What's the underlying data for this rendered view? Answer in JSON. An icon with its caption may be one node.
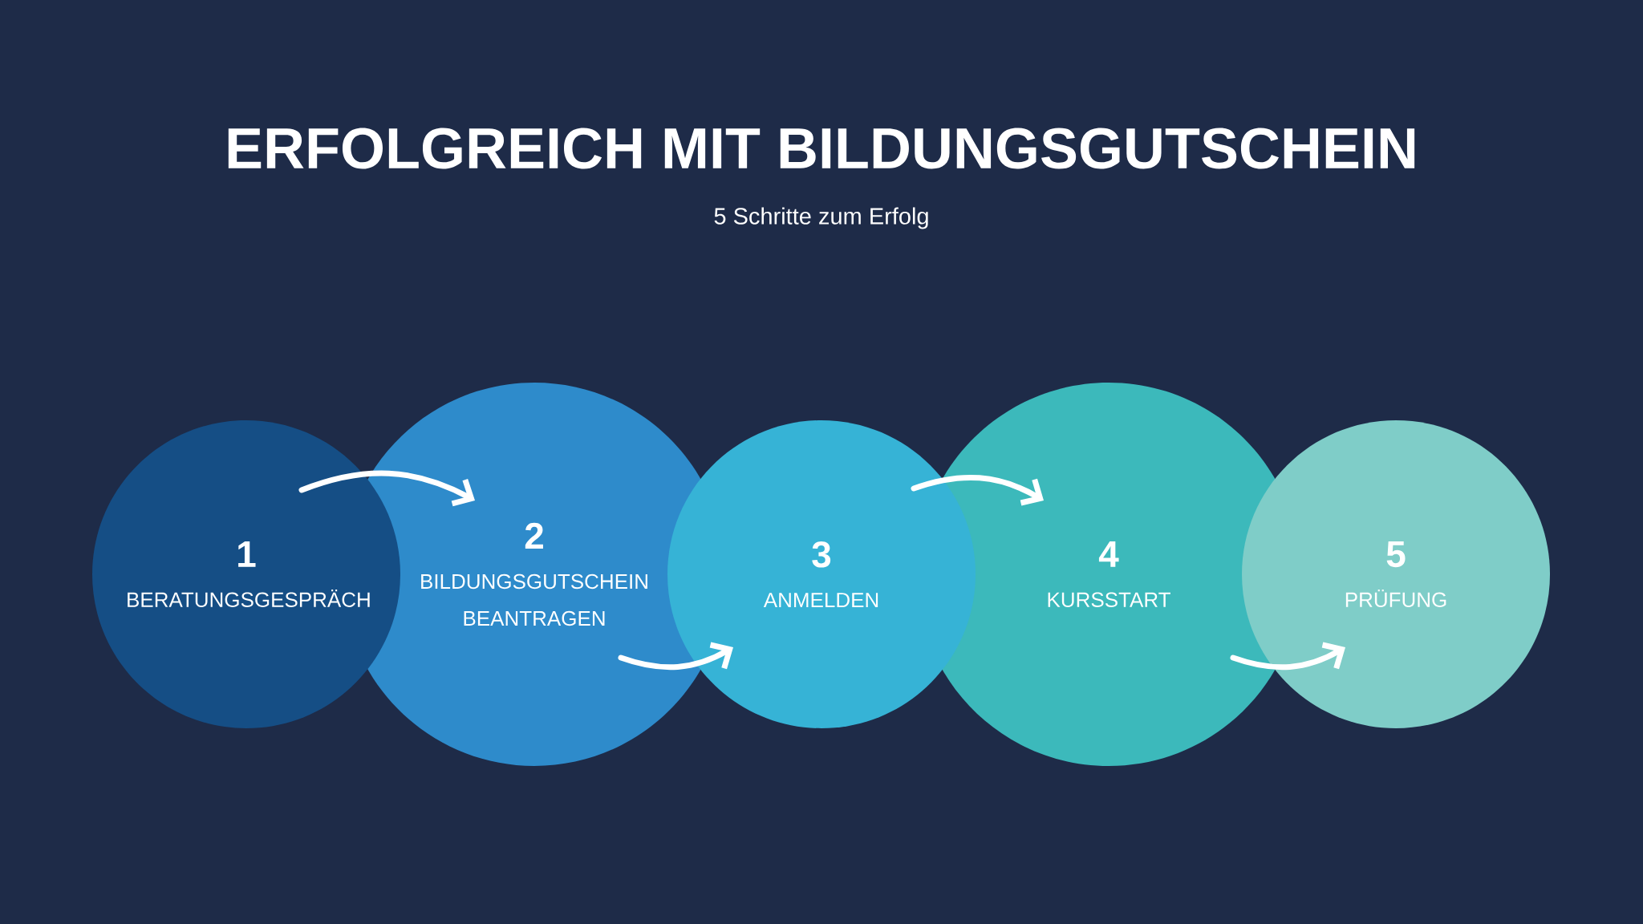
{
  "diagram": {
    "title": "ERFOLGREICH MIT BILDUNGSGUTSCHEIN",
    "caption": "5 Schritte zum Erfolg",
    "nodes": [
      {
        "text": [
          "1",
          "BERATUNGSGESPRÄCH"
        ]
      },
      {
        "text": [
          "2",
          "BILDUNGSGUTSCHEIN BEANTRAGEN"
        ]
      },
      {
        "text": [
          "3",
          "ANMELDEN"
        ]
      },
      {
        "text": [
          "4",
          "KURSSTART"
        ]
      },
      {
        "text": [
          "5",
          "PRÜFUNG"
        ]
      }
    ],
    "edges": [
      {
        "from": 0,
        "to": 1,
        "arrow": "to"
      },
      {
        "from": 1,
        "to": 2,
        "arrow": "to"
      },
      {
        "from": 2,
        "to": 3,
        "arrow": "to"
      },
      {
        "from": 3,
        "to": 4,
        "arrow": "to"
      }
    ]
  }
}
